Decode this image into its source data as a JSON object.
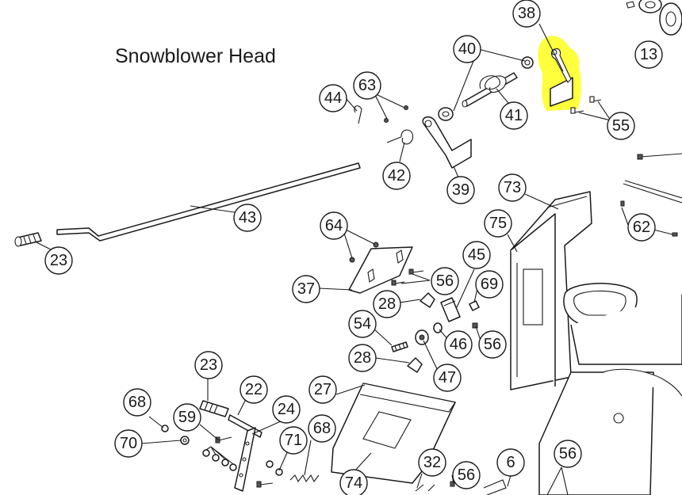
{
  "diagram": {
    "title": "Snowblower Head",
    "highlight_color": "#ffff33",
    "highlighted_part": "38",
    "callouts": [
      {
        "id": "c38",
        "label": "38"
      },
      {
        "id": "c13",
        "label": "13"
      },
      {
        "id": "c40",
        "label": "40"
      },
      {
        "id": "c41",
        "label": "41"
      },
      {
        "id": "c55",
        "label": "55"
      },
      {
        "id": "c44",
        "label": "44"
      },
      {
        "id": "c63",
        "label": "63"
      },
      {
        "id": "c42",
        "label": "42"
      },
      {
        "id": "c39",
        "label": "39"
      },
      {
        "id": "c73",
        "label": "73"
      },
      {
        "id": "c62",
        "label": "62"
      },
      {
        "id": "c43",
        "label": "43"
      },
      {
        "id": "c23a",
        "label": "23"
      },
      {
        "id": "c64",
        "label": "64"
      },
      {
        "id": "c75",
        "label": "75"
      },
      {
        "id": "c45",
        "label": "45"
      },
      {
        "id": "c37",
        "label": "37"
      },
      {
        "id": "c56a",
        "label": "56"
      },
      {
        "id": "c69",
        "label": "69"
      },
      {
        "id": "c28a",
        "label": "28"
      },
      {
        "id": "c54",
        "label": "54"
      },
      {
        "id": "c46",
        "label": "46"
      },
      {
        "id": "c56b",
        "label": "56"
      },
      {
        "id": "c28b",
        "label": "28"
      },
      {
        "id": "c47",
        "label": "47"
      },
      {
        "id": "c23b",
        "label": "23"
      },
      {
        "id": "c27",
        "label": "27"
      },
      {
        "id": "c22",
        "label": "22"
      },
      {
        "id": "c68a",
        "label": "68"
      },
      {
        "id": "c24",
        "label": "24"
      },
      {
        "id": "c59",
        "label": "59"
      },
      {
        "id": "c70",
        "label": "70"
      },
      {
        "id": "c71",
        "label": "71"
      },
      {
        "id": "c68b",
        "label": "68"
      },
      {
        "id": "c74",
        "label": "74"
      },
      {
        "id": "c32",
        "label": "32"
      },
      {
        "id": "c56c",
        "label": "56"
      },
      {
        "id": "c6",
        "label": "6"
      },
      {
        "id": "c56d",
        "label": "56"
      }
    ]
  }
}
